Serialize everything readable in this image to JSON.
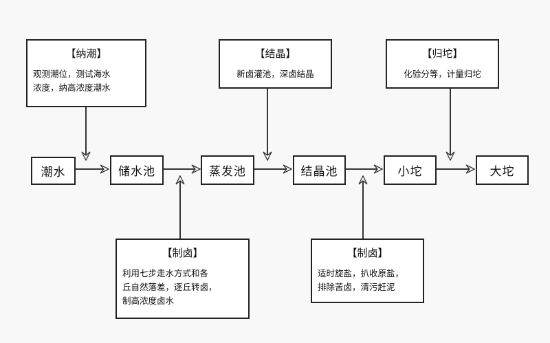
{
  "stages": [
    "潮水",
    "储水池",
    "蒸发池",
    "结晶池",
    "小坨",
    "大坨"
  ],
  "notes": {
    "nachao": {
      "title": "【纳潮】",
      "lines": [
        "观测潮位，测试海水",
        "浓度，纳高浓度潮水"
      ]
    },
    "jiejing": {
      "title": "【结晶】",
      "lines": [
        "新卤灌池，深卤结晶"
      ]
    },
    "guituo": {
      "title": "【归坨】",
      "lines": [
        "化验分等，计量归坨"
      ]
    },
    "zhilu1": {
      "title": "【制卤】",
      "lines": [
        "利用七步走水方式和各",
        "丘自然落差，逐丘转卤，",
        "制高浓度卤水"
      ]
    },
    "zhilu2": {
      "title": "【制卤】",
      "lines": [
        "适时旋盐，扒收原盐，",
        "排除苦卤，清污赶泥"
      ]
    }
  },
  "colors": {
    "line": "#333333",
    "box_border": "#222222",
    "background": "#f8f8f8"
  }
}
